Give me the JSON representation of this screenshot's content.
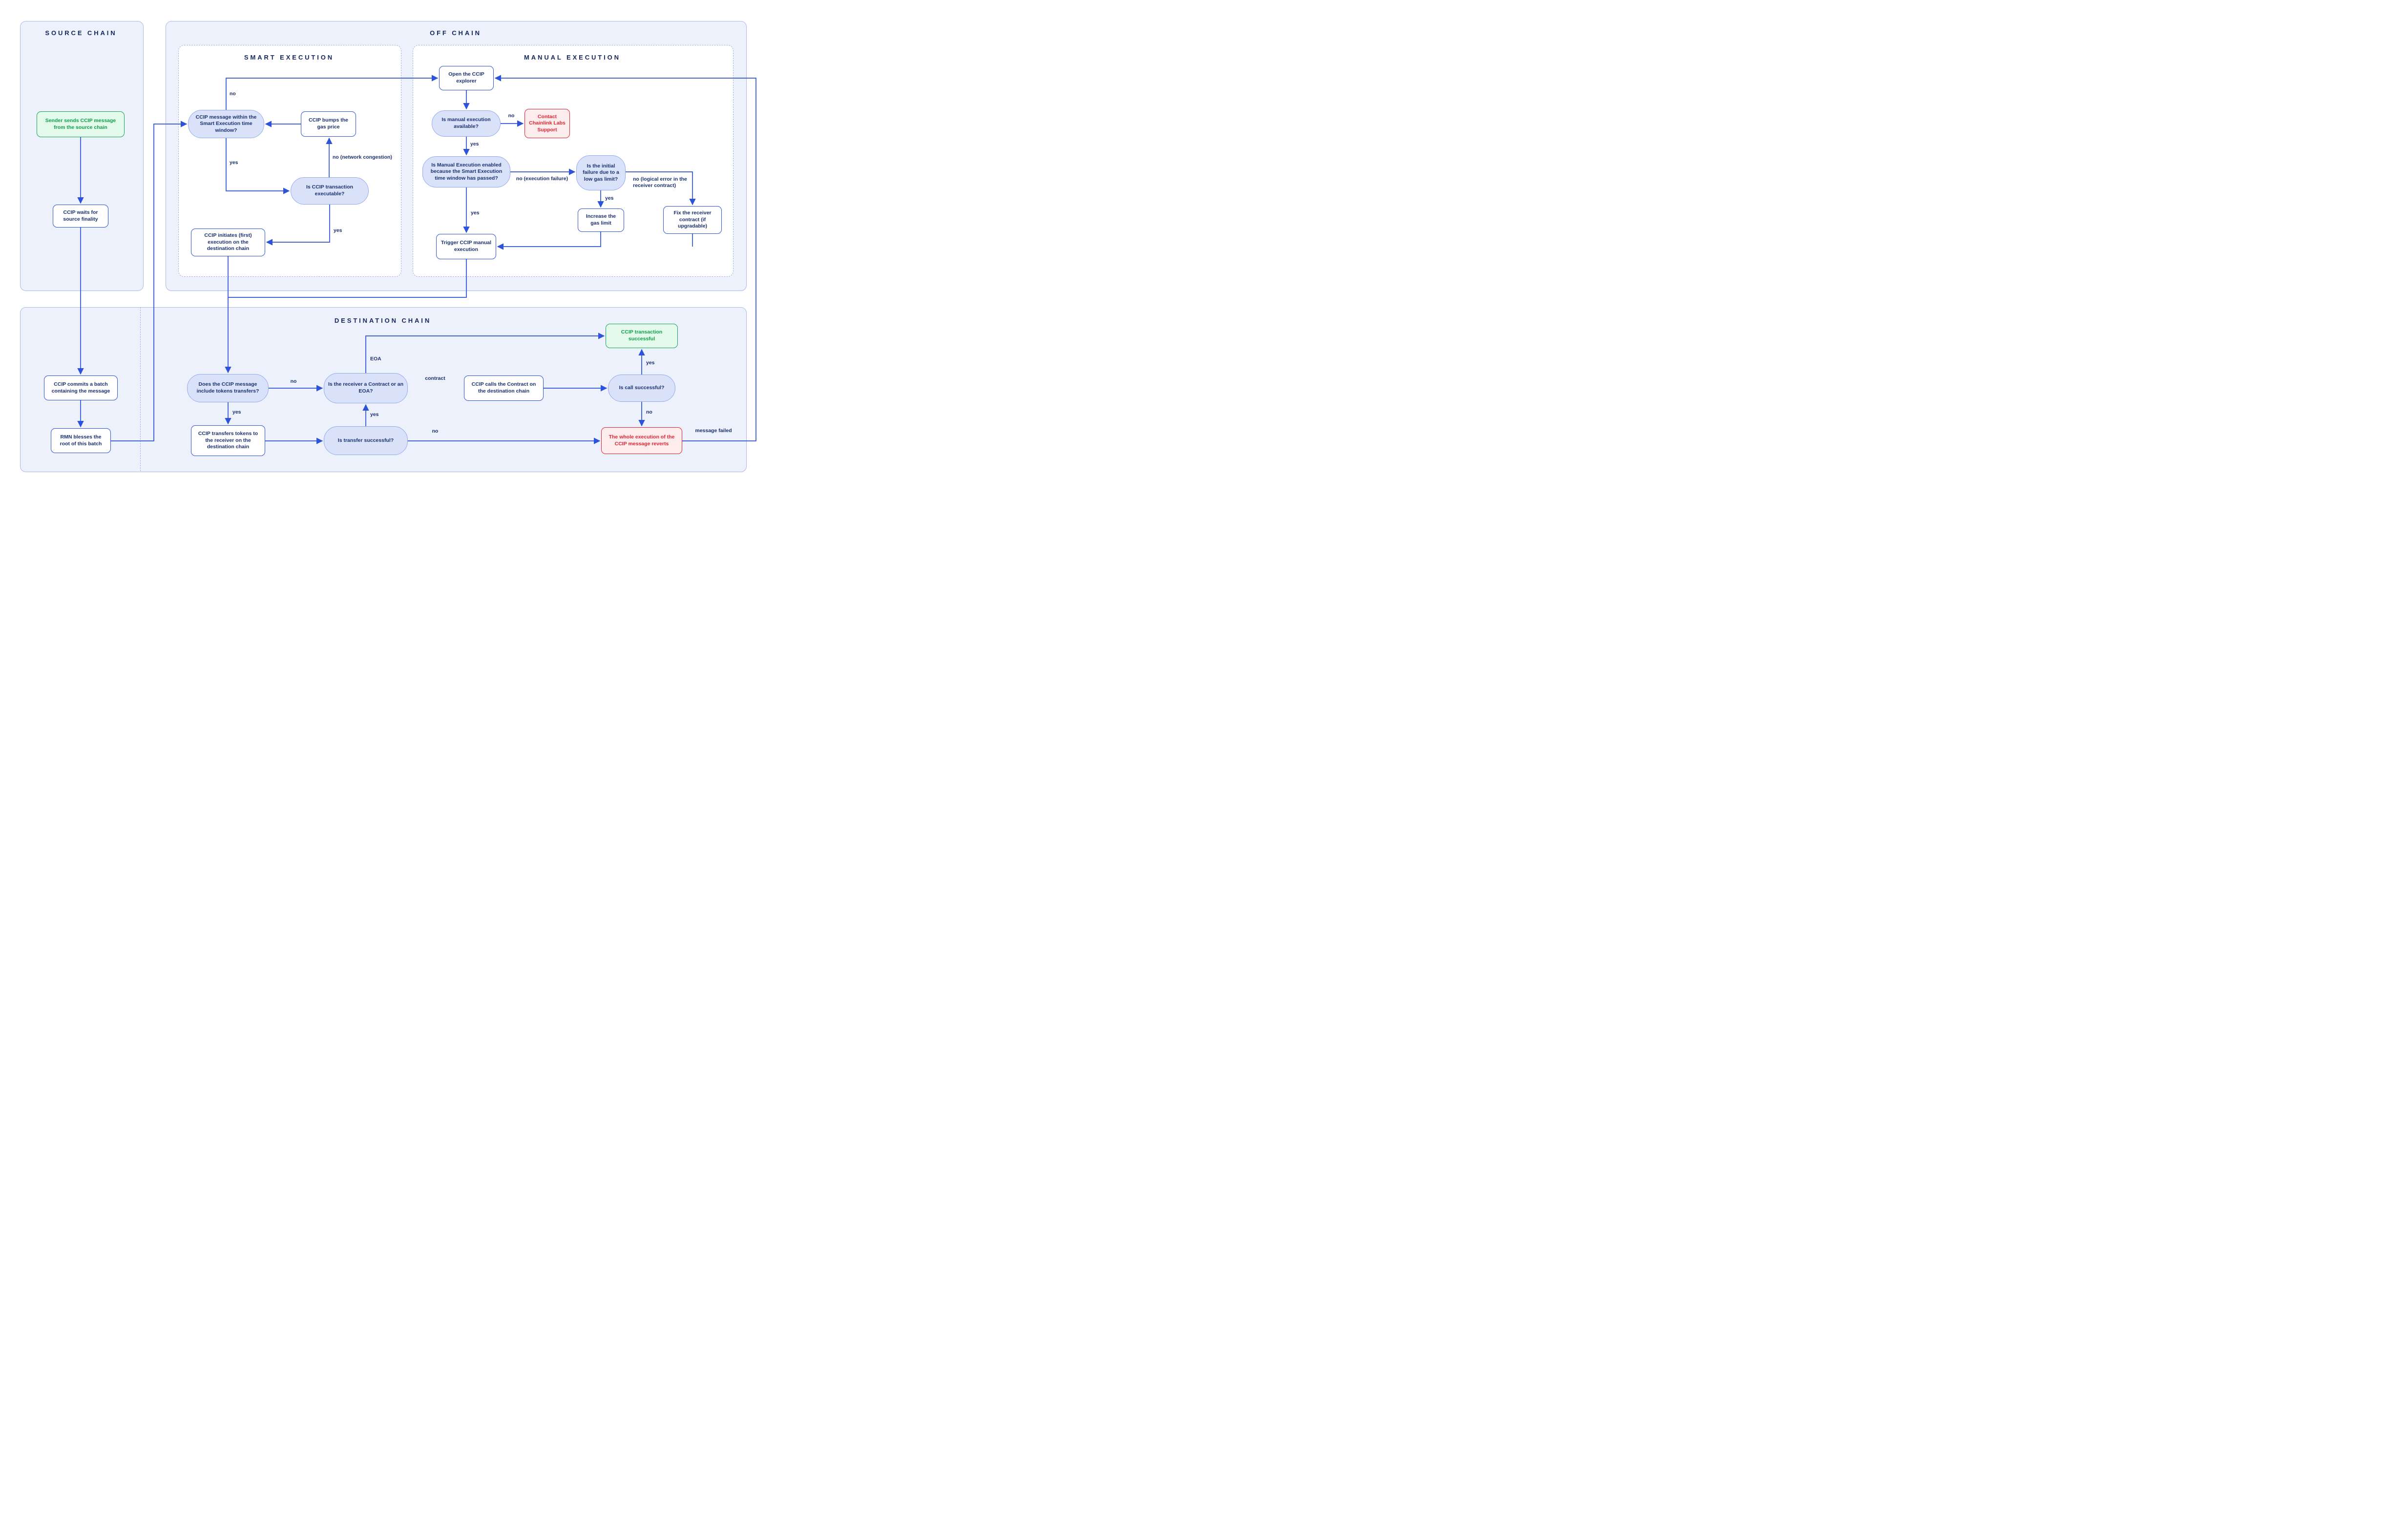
{
  "diagram": {
    "panels": {
      "source_chain": {
        "title": "SOURCE CHAIN"
      },
      "off_chain": {
        "title": "OFF CHAIN"
      },
      "smart_execution": {
        "title": "SMART EXECUTION"
      },
      "manual_execution": {
        "title": "MANUAL EXECUTION"
      },
      "destination_chain": {
        "title": "DESTINATION CHAIN"
      }
    },
    "nodes": {
      "sender_sends": {
        "type": "start",
        "label": "Sender sends CCIP message from the source chain"
      },
      "ccip_waits": {
        "type": "process",
        "label": "CCIP waits for source finality"
      },
      "ccip_commits": {
        "type": "process",
        "label": "CCIP commits a batch containing the message"
      },
      "rmn_blesses": {
        "type": "process",
        "label": "RMN blesses the root of this batch"
      },
      "msg_within_window": {
        "type": "decision",
        "label": "CCIP message within the Smart Execution time window?"
      },
      "bumps_gas": {
        "type": "process",
        "label": "CCIP bumps the gas price"
      },
      "tx_executable": {
        "type": "decision",
        "label": "Is CCIP transaction executable?"
      },
      "initiates_execution": {
        "type": "process",
        "label": "CCIP initiates (first) execution on the destination chain"
      },
      "open_explorer": {
        "type": "process",
        "label": "Open the CCIP explorer"
      },
      "manual_available": {
        "type": "decision",
        "label": "Is manual execution available?"
      },
      "contact_support": {
        "type": "error",
        "label": "Contact Chainlink Labs Support"
      },
      "manual_enabled": {
        "type": "decision",
        "label": "Is Manual Execution enabled because the Smart Execution time window has passed?"
      },
      "initial_failure_gas": {
        "type": "decision",
        "label": "Is the initial failure due to a low gas limit?"
      },
      "increase_gas": {
        "type": "process",
        "label": "Increase the gas limit"
      },
      "fix_receiver": {
        "type": "process",
        "label": "Fix the receiver contract (if upgradable)"
      },
      "trigger_manual": {
        "type": "process",
        "label": "Trigger CCIP manual execution"
      },
      "includes_tokens": {
        "type": "decision",
        "label": "Does the CCIP message include tokens transfers?"
      },
      "receiver_type": {
        "type": "decision",
        "label": "Is the receiver a Contract or an EOA?"
      },
      "calls_contract": {
        "type": "process",
        "label": "CCIP calls the Contract on the destination chain"
      },
      "call_successful": {
        "type": "decision",
        "label": "Is call successful?"
      },
      "tx_successful": {
        "type": "success",
        "label": "CCIP transaction successful"
      },
      "transfers_tokens": {
        "type": "process",
        "label": "CCIP transfers tokens to the receiver on the destination chain"
      },
      "transfer_successful": {
        "type": "decision",
        "label": "Is transfer successful?"
      },
      "whole_reverts": {
        "type": "error",
        "label": "The whole execution of the CCIP message reverts"
      }
    },
    "edge_labels": {
      "no_smart_window": "no",
      "yes_smart_window": "yes",
      "no_congestion": "no (network congestion)",
      "yes_executable": "yes",
      "no_manual_avail": "no",
      "yes_manual_avail": "yes",
      "no_exec_failure": "no (execution failure)",
      "yes_manual_enabled": "yes",
      "yes_low_gas": "yes",
      "no_logical": "no (logical error in the receiver contract)",
      "no_tokens": "no",
      "yes_tokens": "yes",
      "yes_transfer": "yes",
      "eoa": "EOA",
      "contract": "contract",
      "yes_call": "yes",
      "no_call": "no",
      "no_transfer": "no",
      "message_failed": "message failed"
    },
    "colors": {
      "accent_blue": "#2c53d8",
      "navy_text": "#1b316e",
      "title_text": "#14265c",
      "pill_fill": "#d9e2f9",
      "pill_border": "#93a9ee",
      "panel_fill": "#edf1fb",
      "panel_border": "#a9b9ea",
      "green_border": "#12a551",
      "green_fill": "#e4fbec",
      "green_text": "#0da04b",
      "red_border": "#e22535",
      "red_fill": "#fdecec",
      "red_text": "#e22535"
    }
  }
}
